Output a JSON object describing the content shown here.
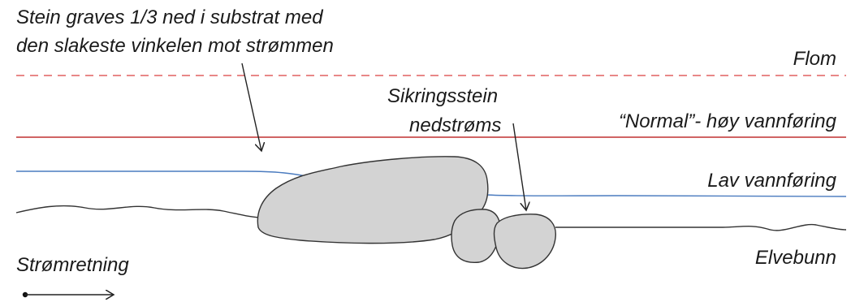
{
  "diagram": {
    "annotation": {
      "line1": "Stein graves 1/3 ned i substrat med",
      "line2": "den slakeste vinkelen mot strømmen"
    },
    "downstream_stone": {
      "line1": "Sikringsstein",
      "line2": "nedstrøms"
    },
    "levels": {
      "flood": "Flom",
      "normal": "“Normal”- høy vannføring",
      "low": "Lav vannføring",
      "bed": "Elvebunn"
    },
    "flow_direction": "Strømretning",
    "colors": {
      "flood_line": "#e06060",
      "normal_line": "#c03030",
      "low_water_line": "#4a7bbf",
      "riverbed_line": "#333333",
      "stone_fill": "#d3d3d3",
      "stone_stroke": "#333333",
      "arrow": "#222222"
    }
  }
}
